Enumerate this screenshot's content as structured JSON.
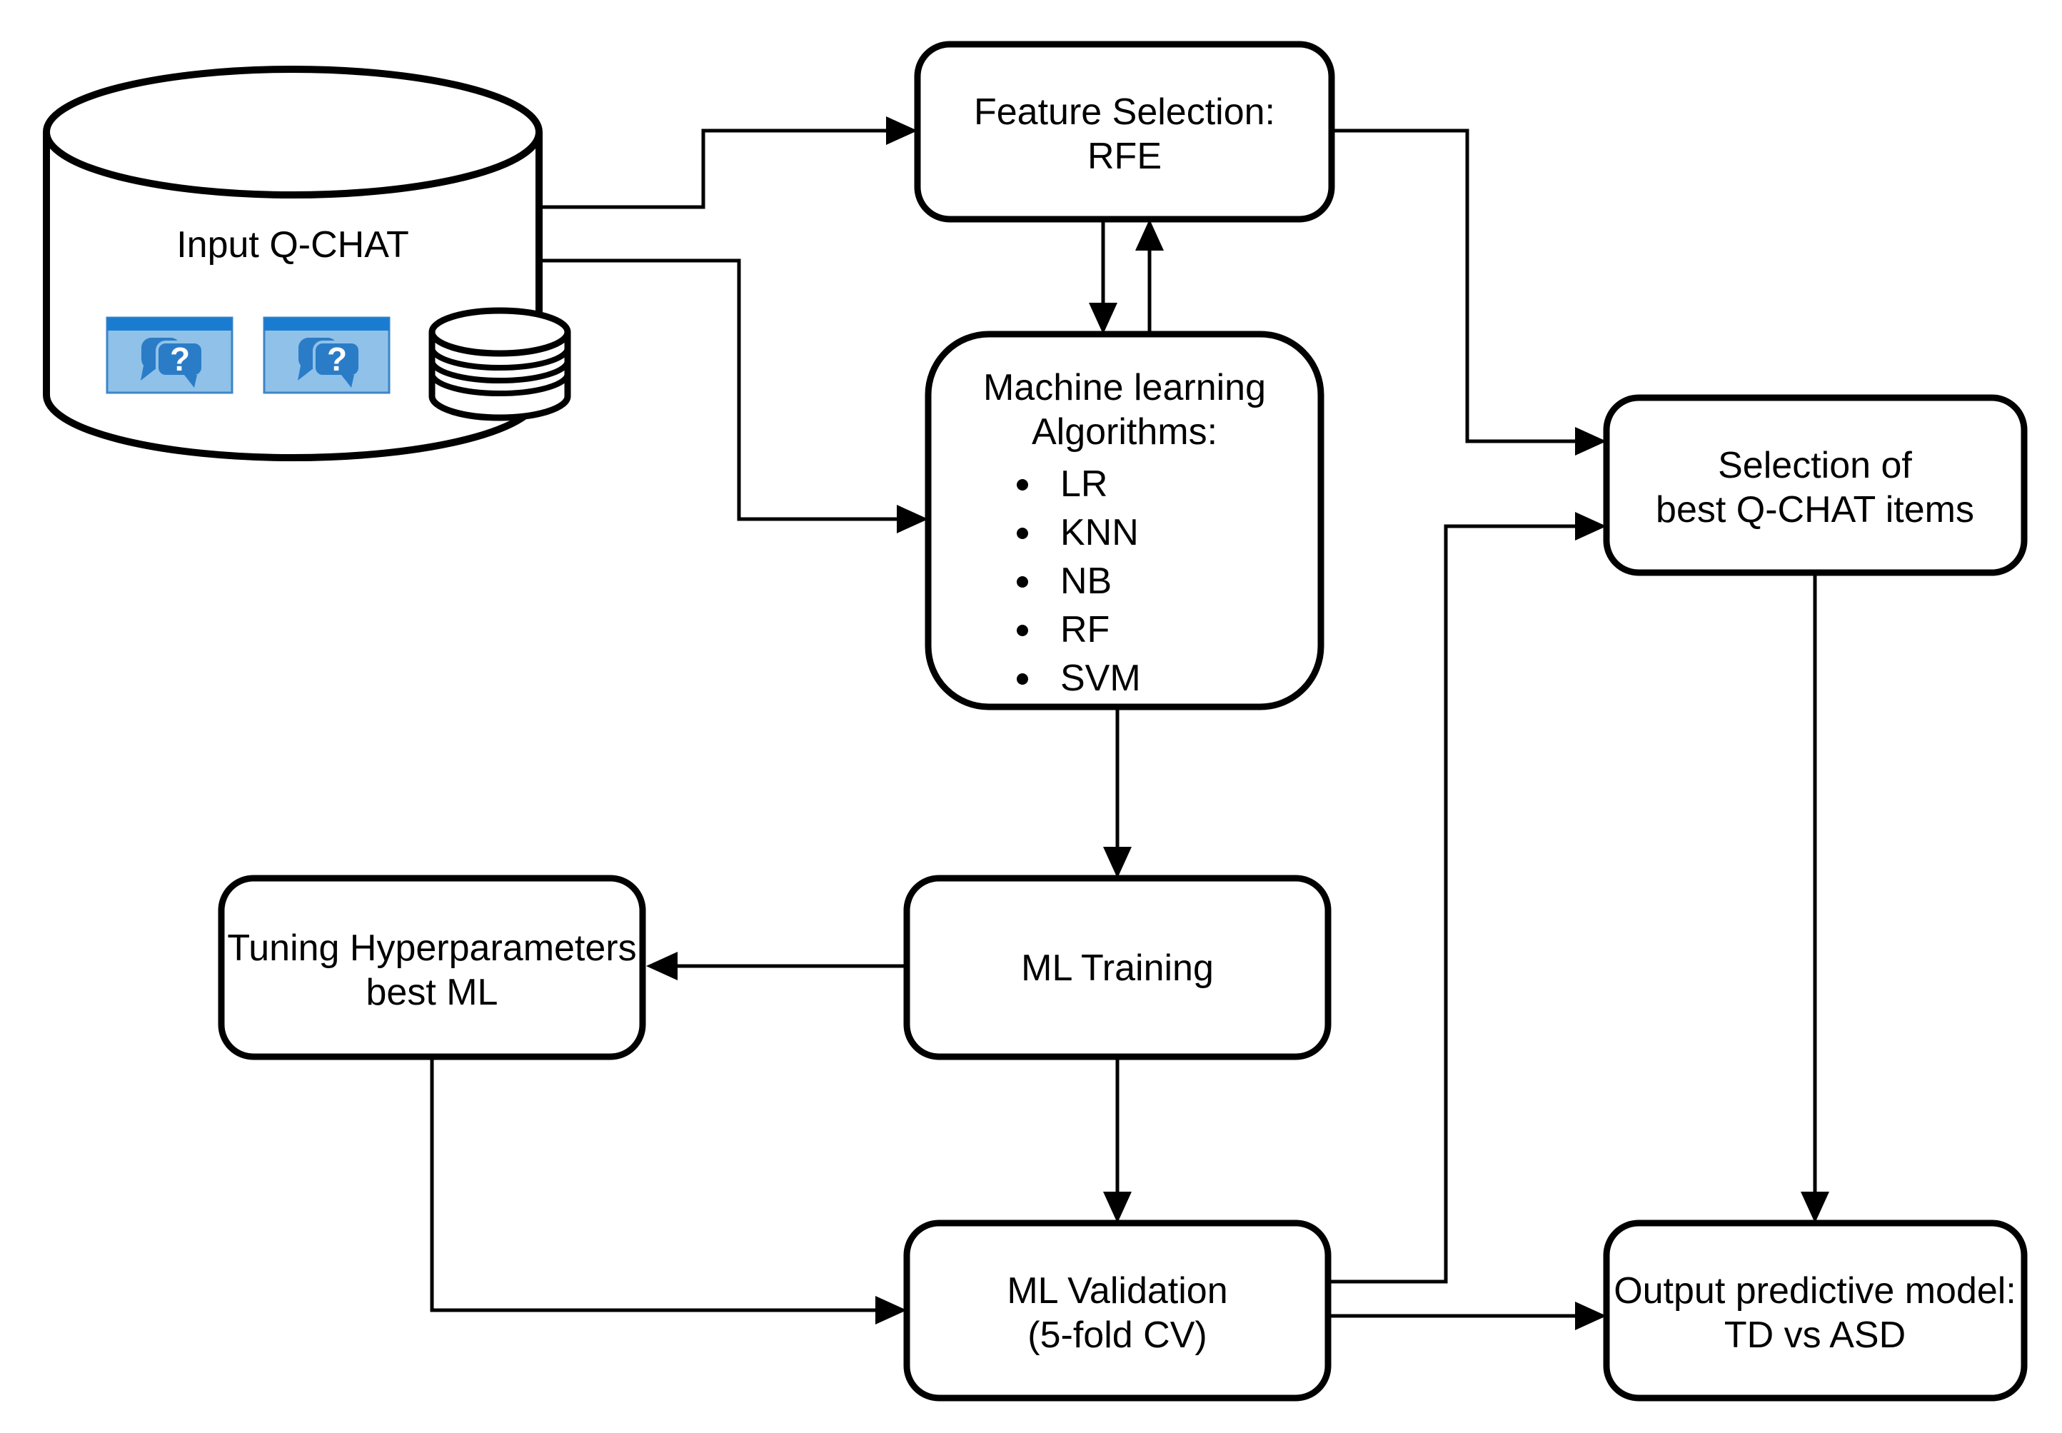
{
  "diagram": {
    "colors": {
      "background": "#ffffff",
      "line": "#000000",
      "box_fill": "#ffffff",
      "icon_topbar_blue": "#1a7cd0",
      "icon_body_blue": "#8fc1e9",
      "icon_bubble_blue": "#2b7cc7",
      "icon_border_blue": "#3d85c6",
      "question_mark_color": "#ffffff"
    },
    "nodes": {
      "input": {
        "label": "Input Q-CHAT",
        "icon_question_mark": "?"
      },
      "feature_selection": {
        "line1": "Feature Selection:",
        "line2": "RFE"
      },
      "ml_algorithms": {
        "line1": "Machine learning",
        "line2": "Algorithms:",
        "items": [
          "LR",
          "KNN",
          "NB",
          "RF",
          "SVM"
        ]
      },
      "selection_best": {
        "line1": "Selection of",
        "line2": "best Q-CHAT items"
      },
      "ml_training": {
        "label": "ML Training"
      },
      "tuning": {
        "line1": "Tuning Hyperparameters",
        "line2": "best ML"
      },
      "ml_validation": {
        "line1": "ML Validation",
        "line2": "(5-fold CV)"
      },
      "output": {
        "line1": "Output predictive model:",
        "line2": "TD vs ASD"
      }
    },
    "edges": [
      {
        "from": "input",
        "to": "feature_selection"
      },
      {
        "from": "input",
        "to": "ml_algorithms"
      },
      {
        "from": "feature_selection",
        "to": "ml_algorithms"
      },
      {
        "from": "ml_algorithms",
        "to": "feature_selection"
      },
      {
        "from": "feature_selection",
        "to": "selection_best"
      },
      {
        "from": "ml_algorithms",
        "to": "ml_training"
      },
      {
        "from": "ml_training",
        "to": "tuning"
      },
      {
        "from": "ml_training",
        "to": "ml_validation"
      },
      {
        "from": "tuning",
        "to": "ml_validation"
      },
      {
        "from": "ml_validation",
        "to": "selection_best"
      },
      {
        "from": "ml_validation",
        "to": "output"
      },
      {
        "from": "selection_best",
        "to": "output"
      }
    ]
  }
}
